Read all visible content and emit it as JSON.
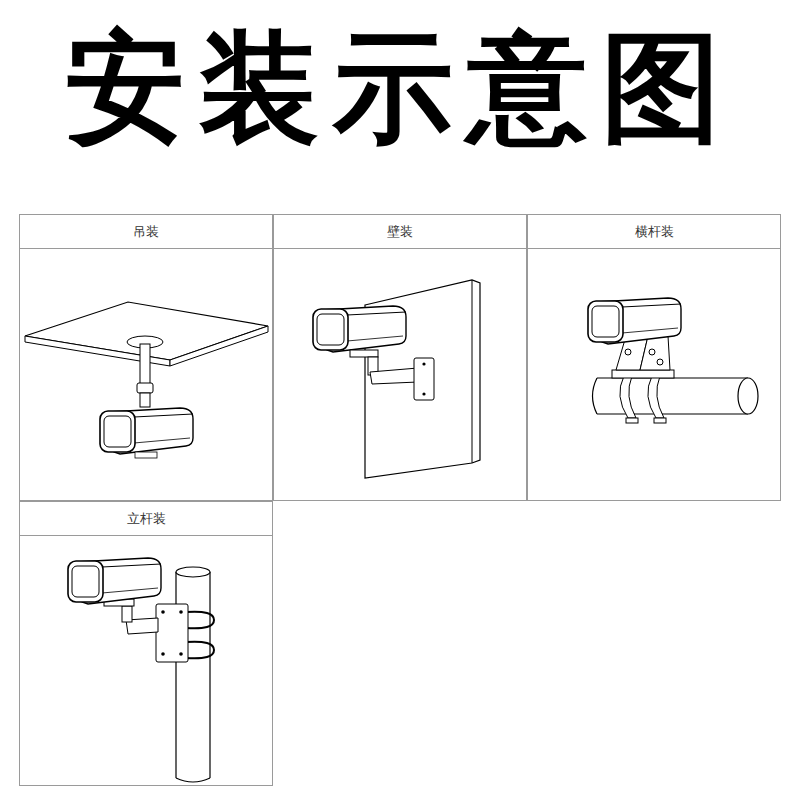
{
  "diagram": {
    "title": "安装示意图",
    "nodes": [
      {
        "text": [
          "吊装"
        ]
      },
      {
        "text": [
          "壁装"
        ]
      },
      {
        "text": [
          "横杆装"
        ]
      },
      {
        "text": [
          "立杆装"
        ]
      }
    ]
  }
}
